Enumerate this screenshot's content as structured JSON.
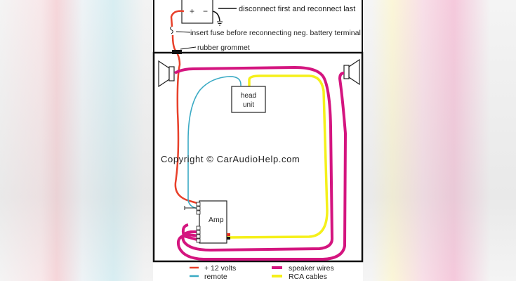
{
  "battery": {
    "plus": "+",
    "minus": "−"
  },
  "annotations": {
    "disconnect": "disconnect first and reconnect last",
    "fuse": "insert fuse before reconnecting neg. battery terminal",
    "grommet": "rubber grommet"
  },
  "components": {
    "head_unit_line1": "head",
    "head_unit_line2": "unit",
    "amp": "Amp"
  },
  "watermark": "Copyright © CarAudioHelp.com",
  "legend": [
    {
      "label": "+ 12 volts",
      "color": "#e8402a"
    },
    {
      "label": "remote",
      "color": "#3aaac4"
    },
    {
      "label": "speaker wires",
      "color": "#d4157f"
    },
    {
      "label": "RCA cables",
      "color": "#f5f01a"
    }
  ]
}
